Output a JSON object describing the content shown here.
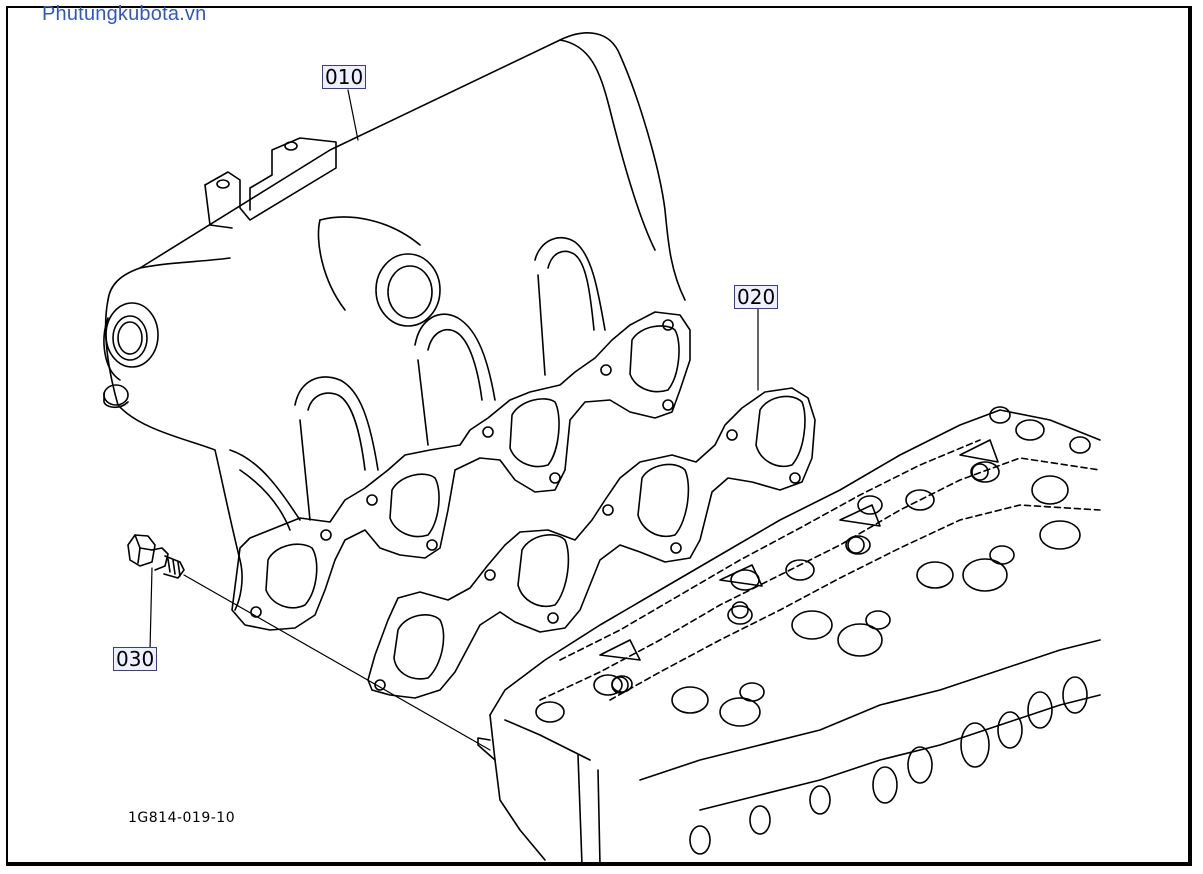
{
  "watermark": {
    "text": "Phutungkubota.vn",
    "color": "#2e58c9"
  },
  "callouts": [
    {
      "id": "010"
    },
    {
      "id": "020"
    },
    {
      "id": "030"
    }
  ],
  "drawing_number": "1G814-019-10",
  "colors": {
    "line": "#000000",
    "callout_bg": "#eef0ff",
    "callout_border": "#3a3a9a"
  }
}
